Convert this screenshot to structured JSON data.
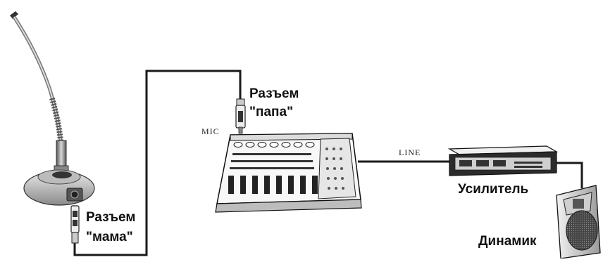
{
  "labels": {
    "female_connector_line1": "Разъем",
    "female_connector_line2": "\"мама\"",
    "male_connector_line1": "Разъем",
    "male_connector_line2": "\"папа\"",
    "amplifier": "Усилитель",
    "speaker": "Динамик",
    "mic_input": "MIC",
    "line_output": "LINE"
  },
  "colors": {
    "line": "#1a1a1a",
    "text": "#111111",
    "background": "#ffffff"
  }
}
